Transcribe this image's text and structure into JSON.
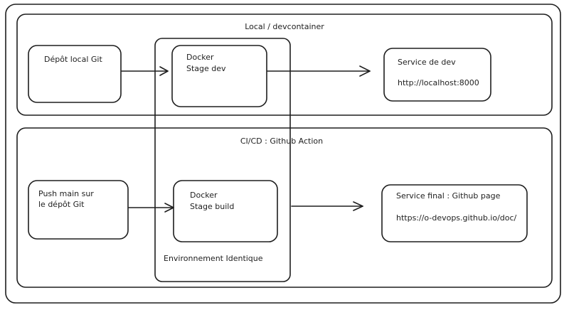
{
  "diagram": {
    "groups": {
      "local": {
        "label": "Local / devcontainer"
      },
      "ci": {
        "label": "CI/CD : Github Action"
      },
      "env": {
        "label": "Environnement Identique"
      }
    },
    "nodes": {
      "local_repo": {
        "lines": [
          "Dépôt local Git"
        ]
      },
      "docker_dev": {
        "lines": [
          "Docker",
          "Stage dev"
        ]
      },
      "dev_service": {
        "lines": [
          "Service de dev",
          "http://localhost:8000"
        ]
      },
      "push_main": {
        "lines": [
          "Push main sur",
          "le dépôt Git"
        ]
      },
      "docker_build": {
        "lines": [
          "Docker",
          "Stage build"
        ]
      },
      "final_service": {
        "lines": [
          "Service final : Github page",
          "https://o-devops.github.io/doc/"
        ]
      }
    },
    "edges": [
      {
        "from": "Dépôt local Git",
        "to": "Docker Stage dev"
      },
      {
        "from": "Docker Stage dev",
        "to": "Service de dev"
      },
      {
        "from": "Push main sur le dépôt Git",
        "to": "Docker Stage build"
      },
      {
        "from": "Docker Stage build",
        "to": "Service final : Github page"
      }
    ]
  }
}
